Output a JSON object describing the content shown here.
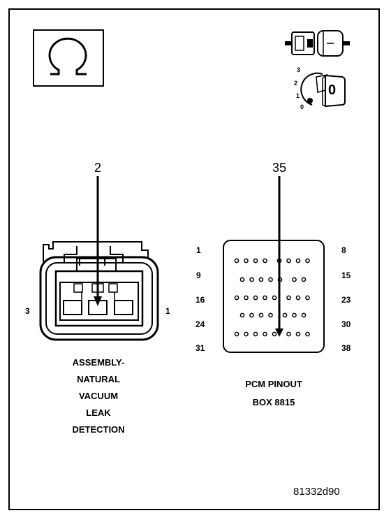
{
  "symbols": {
    "meter_icon": "ohm-symbol",
    "connector_icon": "connector-disconnect-icon",
    "ignition_icon": "ignition-key-icon",
    "ignition_positions": [
      "3",
      "2",
      "1",
      "0"
    ],
    "ignition_key_label": "0"
  },
  "left_connector": {
    "callout": "2",
    "side_labels": {
      "left": "3",
      "right": "1"
    },
    "title_lines": [
      "ASSEMBLY-",
      "NATURAL",
      "VACUUM",
      "LEAK",
      "DETECTION"
    ]
  },
  "pcm": {
    "callout": "35",
    "row_start_labels": [
      "1",
      "9",
      "16",
      "24",
      "31"
    ],
    "row_end_labels": [
      "8",
      "15",
      "23",
      "30",
      "38"
    ],
    "title_lines": [
      "PCM PINOUT",
      "BOX 8815"
    ]
  },
  "figure_ref": "81332d90"
}
